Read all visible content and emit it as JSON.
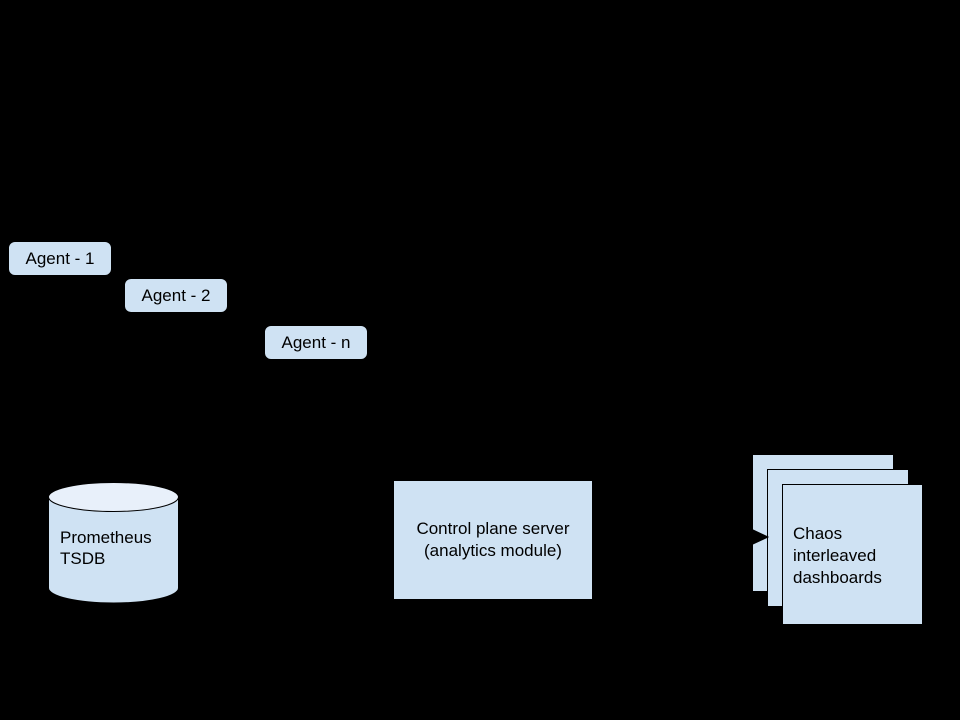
{
  "diagram": {
    "background_color": "#000000",
    "shape_fill": "#cfe2f3",
    "shape_fill_light": "#e8f0fa",
    "stroke_color": "#000000",
    "text_color": "#000000",
    "agents": [
      {
        "label": "Agent - 1"
      },
      {
        "label": "Agent - 2"
      },
      {
        "label": "Agent - n"
      }
    ],
    "datastore": {
      "label": "Prometheus\nTSDB",
      "shape": "cylinder"
    },
    "control_plane": {
      "label": "Control plane server\n(analytics module)",
      "shape": "rectangle"
    },
    "dashboards": {
      "label": "Chaos\ninterleaved\ndashboards",
      "shape": "stacked-sheets",
      "sheet_count": 3
    },
    "arrow": {
      "name": "arrow-to-dashboards",
      "direction": "right"
    }
  }
}
